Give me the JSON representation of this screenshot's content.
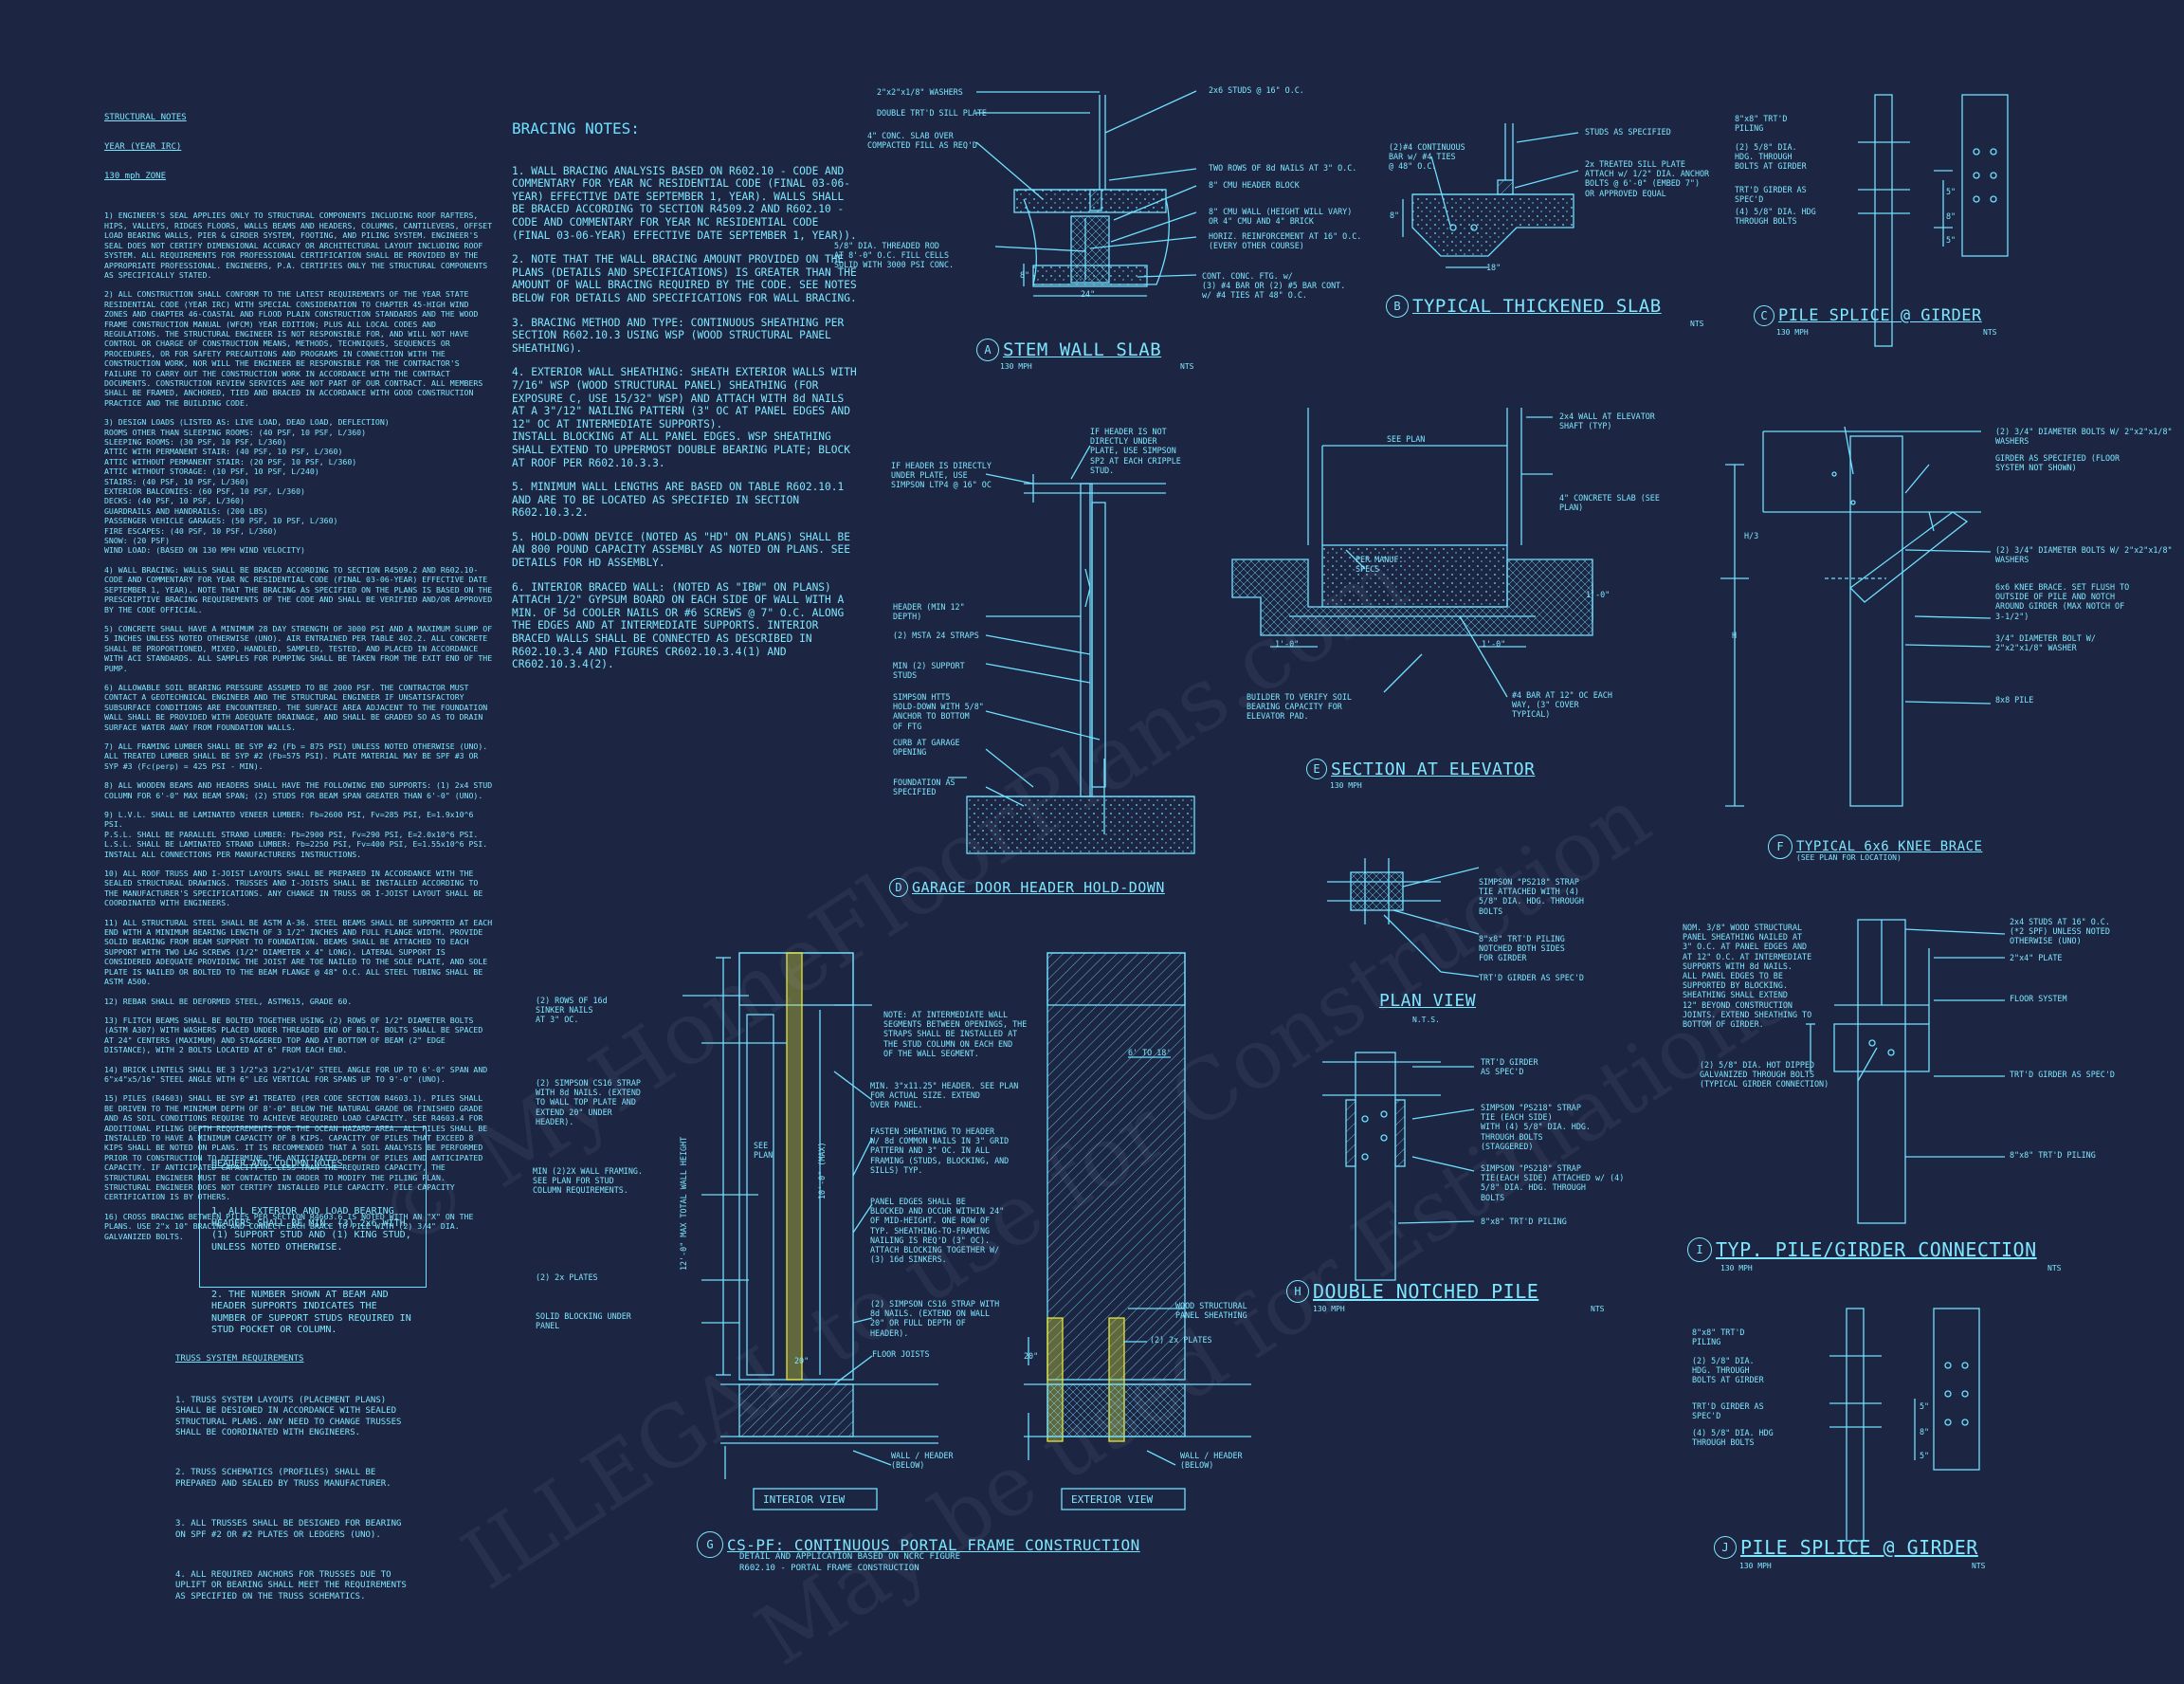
{
  "structural_notes": {
    "title": "STRUCTURAL NOTES",
    "subtitle1": "YEAR (YEAR IRC)",
    "subtitle2": "130 mph ZONE",
    "paragraphs": [
      "1) ENGINEER'S SEAL APPLIES ONLY TO STRUCTURAL COMPONENTS INCLUDING ROOF RAFTERS, HIPS, VALLEYS, RIDGES FLOORS, WALLS BEAMS AND HEADERS, COLUMNS, CANTILEVERS, OFFSET LOAD BEARING WALLS, PIER & GIRDER SYSTEM, FOOTING, AND PILING SYSTEM. ENGINEER'S SEAL DOES NOT CERTIFY DIMENSIONAL ACCURACY OR ARCHITECTURAL LAYOUT INCLUDING ROOF SYSTEM. ALL REQUIREMENTS FOR PROFESSIONAL CERTIFICATION SHALL BE PROVIDED BY THE APPROPRIATE PROFESSIONAL. ENGINEERS, P.A. CERTIFIES ONLY THE STRUCTURAL COMPONENTS AS SPECIFICALLY STATED.",
      "2) ALL CONSTRUCTION SHALL CONFORM TO THE LATEST REQUIREMENTS OF THE YEAR STATE RESIDENTIAL CODE (YEAR IRC) WITH SPECIAL CONSIDERATION TO CHAPTER 45-HIGH WIND ZONES AND CHAPTER 46-COASTAL AND FLOOD PLAIN CONSTRUCTION STANDARDS AND THE WOOD FRAME CONSTRUCTION MANUAL (WFCM) YEAR EDITION; PLUS ALL LOCAL CODES AND REGULATIONS. THE STRUCTURAL ENGINEER IS NOT RESPONSIBLE FOR, AND WILL NOT HAVE CONTROL OR CHARGE OF CONSTRUCTION MEANS, METHODS, TECHNIQUES, SEQUENCES OR PROCEDURES, OR FOR SAFETY PRECAUTIONS AND PROGRAMS IN CONNECTION WITH THE CONSTRUCTION WORK, NOR WILL THE ENGINEER BE RESPONSIBLE FOR THE CONTRACTOR'S FAILURE TO CARRY OUT THE CONSTRUCTION WORK IN ACCORDANCE WITH THE CONTRACT DOCUMENTS. CONSTRUCTION REVIEW SERVICES ARE NOT PART OF OUR CONTRACT. ALL MEMBERS SHALL BE FRAMED, ANCHORED, TIED AND BRACED IN ACCORDANCE WITH GOOD CONSTRUCTION PRACTICE AND THE BUILDING CODE.",
      "3) DESIGN LOADS (LISTED AS: LIVE LOAD, DEAD LOAD, DEFLECTION)\nROOMS OTHER THAN SLEEPING ROOMS: (40 PSF, 10 PSF, L/360)\nSLEEPING ROOMS: (30 PSF, 10 PSF, L/360)\nATTIC WITH PERMANENT STAIR: (40 PSF, 10 PSF, L/360)\nATTIC WITHOUT PERMANENT STAIR: (20 PSF, 10 PSF, L/360)\nATTIC WITHOUT STORAGE: (10 PSF, 10 PSF, L/240)\nSTAIRS: (40 PSF, 10 PSF, L/360)\nEXTERIOR BALCONIES: (60 PSF, 10 PSF, L/360)\nDECKS: (40 PSF, 10 PSF, L/360)\nGUARDRAILS AND HANDRAILS: (200 LBS)\nPASSENGER VEHICLE GARAGES: (50 PSF, 10 PSF, L/360)\nFIRE ESCAPES: (40 PSF, 10 PSF, L/360)\nSNOW: (20 PSF)\nWIND LOAD: (BASED ON 130 MPH WIND VELOCITY)",
      "4) WALL BRACING: WALLS SHALL BE BRACED ACCORDING TO SECTION R4509.2 AND R602.10-CODE AND COMMENTARY FOR YEAR NC RESIDENTIAL CODE (FINAL 03-06-YEAR) EFFECTIVE DATE SEPTEMBER 1, YEAR). NOTE THAT THE BRACING AS SPECIFIED ON THE PLANS IS BASED ON THE PRESCRIPTIVE BRACING REQUIREMENTS OF THE CODE AND SHALL BE VERIFIED AND/OR APPROVED BY THE CODE OFFICIAL.",
      "5) CONCRETE SHALL HAVE A MINIMUM 28 DAY STRENGTH OF 3000 PSI AND A MAXIMUM SLUMP OF 5 INCHES UNLESS NOTED OTHERWISE (UNO). AIR ENTRAINED PER TABLE 402.2. ALL CONCRETE SHALL BE PROPORTIONED, MIXED, HANDLED, SAMPLED, TESTED, AND PLACED IN ACCORDANCE WITH ACI STANDARDS. ALL SAMPLES FOR PUMPING SHALL BE TAKEN FROM THE EXIT END OF THE PUMP.",
      "6) ALLOWABLE SOIL BEARING PRESSURE ASSUMED TO BE 2000 PSF. THE CONTRACTOR MUST CONTACT A GEOTECHNICAL ENGINEER AND THE STRUCTURAL ENGINEER IF UNSATISFACTORY SUBSURFACE CONDITIONS ARE ENCOUNTERED. THE SURFACE AREA ADJACENT TO THE FOUNDATION WALL SHALL BE PROVIDED WITH ADEQUATE DRAINAGE, AND SHALL BE GRADED SO AS TO DRAIN SURFACE WATER AWAY FROM FOUNDATION WALLS.",
      "7) ALL FRAMING LUMBER SHALL BE SYP #2 (Fb = 875 PSI) UNLESS NOTED OTHERWISE (UNO). ALL TREATED LUMBER SHALL BE SYP #2 (Fb=575 PSI). PLATE MATERIAL MAY BE SPF #3 OR SYP #3 (Fc(perp) = 425 PSI - MIN).",
      "8) ALL WOODEN BEAMS AND HEADERS SHALL HAVE THE FOLLOWING END SUPPORTS: (1) 2x4 STUD COLUMN FOR 6'-0\" MAX BEAM SPAN; (2) STUDS FOR BEAM SPAN GREATER THAN 6'-0\" (UNO).",
      "9) L.V.L. SHALL BE LAMINATED VENEER LUMBER: Fb=2600 PSI, Fv=285 PSI, E=1.9x10^6 PSI.\nP.S.L. SHALL BE PARALLEL STRAND LUMBER: Fb=2900 PSI, Fv=290 PSI, E=2.0x10^6 PSI.\nL.S.L. SHALL BE LAMINATED STRAND LUMBER: Fb=2250 PSI, Fv=400 PSI, E=1.55x10^6 PSI. INSTALL ALL CONNECTIONS PER MANUFACTURERS INSTRUCTIONS.",
      "10) ALL ROOF TRUSS AND I-JOIST LAYOUTS SHALL BE PREPARED IN ACCORDANCE WITH THE SEALED STRUCTURAL DRAWINGS. TRUSSES AND I-JOISTS SHALL BE INSTALLED ACCORDING TO THE MANUFACTURER'S SPECIFICATIONS. ANY CHANGE IN TRUSS OR I-JOIST LAYOUT SHALL BE COORDINATED WITH ENGINEERS.",
      "11) ALL STRUCTURAL STEEL SHALL BE ASTM A-36. STEEL BEAMS SHALL BE SUPPORTED AT EACH END WITH A MINIMUM BEARING LENGTH OF 3 1/2\" INCHES AND FULL FLANGE WIDTH. PROVIDE SOLID BEARING FROM BEAM SUPPORT TO FOUNDATION. BEAMS SHALL BE ATTACHED TO EACH SUPPORT WITH TWO LAG SCREWS (1/2\" DIAMETER x 4\" LONG). LATERAL SUPPORT IS CONSIDERED ADEQUATE PROVIDING THE JOIST ARE TOE NAILED TO THE SOLE PLATE, AND SOLE PLATE IS NAILED OR BOLTED TO THE BEAM FLANGE @ 48\" O.C. ALL STEEL TUBING SHALL BE ASTM A500.",
      "12) REBAR SHALL BE DEFORMED STEEL, ASTM615, GRADE 60.",
      "13) FLITCH BEAMS SHALL BE BOLTED TOGETHER USING (2) ROWS OF 1/2\" DIAMETER BOLTS (ASTM A307) WITH WASHERS PLACED UNDER THREADED END OF BOLT. BOLTS SHALL BE SPACED AT 24\" CENTERS (MAXIMUM) AND STAGGERED TOP AND AT BOTTOM OF BEAM (2\" EDGE DISTANCE), WITH 2 BOLTS LOCATED AT 6\" FROM EACH END.",
      "14) BRICK LINTELS SHALL BE 3 1/2\"x3 1/2\"x1/4\" STEEL ANGLE FOR UP TO 6'-0\" SPAN AND 6\"x4\"x5/16\" STEEL ANGLE WITH 6\" LEG VERTICAL FOR SPANS UP TO 9'-0\" (UNO).",
      "15) PILES (R4603) SHALL BE SYP #1 TREATED (PER CODE SECTION R4603.1). PILES SHALL BE DRIVEN TO THE MINIMUM DEPTH OF 8'-0\" BELOW THE NATURAL GRADE OR FINISHED GRADE AND AS SOIL CONDITIONS REQUIRE TO ACHIEVE REQUIRED LOAD CAPACITY. SEE R4603.4 FOR ADDITIONAL PILING DEPTH REQUIREMENTS FOR THE OCEAN HAZARD AREA. ALL PILES SHALL BE INSTALLED TO HAVE A MINIMUM CAPACITY OF 8 KIPS. CAPACITY OF PILES THAT EXCEED 8 KIPS SHALL BE NOTED ON PLANS. IT IS RECOMMENDED THAT A SOIL ANALYSIS BE PERFORMED PRIOR TO CONSTRUCTION TO DETERMINE THE ANTICIPATED DEPTH OF PILES AND ANTICIPATED CAPACITY. IF ANTICIPATED CAPACITY IS LESS THAN THE REQUIRED CAPACITY, THE STRUCTURAL ENGINEER MUST BE CONTACTED IN ORDER TO MODIFY THE PILING PLAN. STRUCTURAL ENGINEER DOES NOT CERTIFY INSTALLED PILE CAPACITY. PILE CAPACITY CERTIFICATION IS BY OTHERS.",
      "16) CROSS BRACING BETWEEN PILES PER SECTION R4603.6 IS NOTED WITH AN \"X\" ON THE PLANS. USE 2\"x 10\" BRACING AND CONNECT EACH BRACE TO PILE WITH (2) 3/4\" DIA. GALVANIZED BOLTS."
    ]
  },
  "bracing_notes": {
    "title": "BRACING NOTES:",
    "paragraphs": [
      "1. WALL BRACING ANALYSIS BASED ON R602.10 - CODE AND COMMENTARY FOR YEAR NC RESIDENTIAL CODE (FINAL 03-06-YEAR) EFFECTIVE DATE SEPTEMBER 1, YEAR). WALLS SHALL BE BRACED ACCORDING TO SECTION R4509.2 AND R602.10 - CODE AND COMMENTARY FOR YEAR NC RESIDENTIAL CODE (FINAL 03-06-YEAR) EFFECTIVE DATE SEPTEMBER 1, YEAR)).",
      "2. NOTE THAT THE WALL BRACING AMOUNT PROVIDED ON THE PLANS (DETAILS AND SPECIFICATIONS) IS GREATER THAN THE AMOUNT OF WALL BRACING REQUIRED BY THE CODE. SEE NOTES BELOW FOR DETAILS AND SPECIFICATIONS FOR WALL BRACING.",
      "3. BRACING METHOD AND TYPE: CONTINUOUS SHEATHING PER SECTION R602.10.3 USING WSP (WOOD STRUCTURAL PANEL SHEATHING).",
      "4. EXTERIOR WALL SHEATHING: SHEATH EXTERIOR WALLS WITH 7/16\" WSP (WOOD STRUCTURAL PANEL) SHEATHING (FOR EXPOSURE C, USE 15/32\" WSP) AND ATTACH WITH 8d NAILS AT A 3\"/12\" NAILING PATTERN (3\" OC AT PANEL EDGES AND 12\" OC AT INTERMEDIATE SUPPORTS).\nINSTALL BLOCKING AT ALL PANEL EDGES. WSP SHEATHING SHALL EXTEND TO UPPERMOST DOUBLE BEARING PLATE; BLOCK AT ROOF PER R602.10.3.3.",
      "5. MINIMUM WALL LENGTHS ARE BASED ON TABLE R602.10.1 AND ARE TO BE LOCATED AS SPECIFIED IN SECTION R602.10.3.2.",
      "5. HOLD-DOWN DEVICE (NOTED AS \"HD\" ON PLANS) SHALL BE AN 800 POUND CAPACITY ASSEMBLY AS NOTED ON PLANS. SEE DETAILS FOR HD ASSEMBLY.",
      "6. INTERIOR BRACED WALL: (NOTED AS \"IBW\" ON PLANS) ATTACH 1/2\" GYPSUM BOARD ON EACH SIDE OF WALL WITH A MIN. OF 5d COOLER NAILS OR #6 SCREWS @ 7\" O.C. ALONG THE EDGES AND AT INTERMEDIATE SUPPORTS. INTERIOR BRACED WALLS SHALL BE CONNECTED AS DESCRIBED IN R602.10.3.4 AND FIGURES CR602.10.3.4(1) AND CR602.10.3.4(2)."
    ]
  },
  "header_notes": {
    "title": "HEADER AND COLUMN NOTES",
    "items": [
      "1. ALL EXTERIOR AND LOAD BEARING HEADERS SHALL BE MIN. (3) 2x6 WITH (1) SUPPORT STUD AND (1) KING STUD, UNLESS NOTED OTHERWISE.",
      "2. THE NUMBER SHOWN AT BEAM AND HEADER SUPPORTS INDICATES THE NUMBER OF SUPPORT STUDS REQUIRED IN STUD POCKET OR COLUMN."
    ]
  },
  "truss_notes": {
    "title": "TRUSS SYSTEM REQUIREMENTS",
    "items": [
      "1. TRUSS SYSTEM LAYOUTS (PLACEMENT PLANS) SHALL BE DESIGNED IN ACCORDANCE WITH SEALED STRUCTURAL PLANS. ANY NEED TO CHANGE TRUSSES SHALL BE COORDINATED WITH ENGINEERS.",
      "2. TRUSS SCHEMATICS (PROFILES) SHALL BE PREPARED AND SEALED BY TRUSS MANUFACTURER.",
      "3. ALL TRUSSES SHALL BE DESIGNED FOR BEARING ON SPF #2 OR #2 PLATES OR LEDGERS (UNO).",
      "4. ALL REQUIRED ANCHORS FOR TRUSSES DUE TO UPLIFT OR BEARING SHALL MEET THE REQUIREMENTS AS SPECIFIED ON THE TRUSS SCHEMATICS."
    ]
  },
  "details": {
    "A": {
      "letter": "A",
      "name": "STEM WALL SLAB",
      "sub": "130 MPH",
      "nts": "NTS",
      "labels": [
        "2\"x2\"x1/8\" WASHERS",
        "DOUBLE TRT'D SILL PLATE",
        "4\" CONC. SLAB OVER\nCOMPACTED FILL AS REQ'D",
        "5/8\" DIA. THREADED ROD\nAT 8'-0\" O.C. FILL CELLS\nSOLID WITH 3000 PSI CONC.",
        "2x6 STUDS @ 16\" O.C.",
        "TWO ROWS OF 8d NAILS AT 3\" O.C.",
        "8\" CMU HEADER BLOCK",
        "8\" CMU WALL (HEIGHT WILL VARY)\nOR 4\" CMU AND 4\" BRICK",
        "HORIZ. REINFORCEMENT AT 16\" O.C.\n(EVERY OTHER COURSE)",
        "CONT. CONC. FTG. w/\n(3) #4 BAR OR (2) #5 BAR CONT.\nw/ #4 TIES AT 48\" O.C.",
        "24\"",
        "8\""
      ]
    },
    "B": {
      "letter": "B",
      "name": "TYPICAL THICKENED SLAB",
      "nts": "NTS",
      "labels": [
        "(2)#4 CONTINUOUS\nBAR w/ #4 TIES\n@ 48\" O.C.",
        "STUDS AS SPECIFIED",
        "2x TREATED SILL PLATE\nATTACH w/ 1/2\" DIA. ANCHOR\nBOLTS @ 6'-0\" (EMBED 7\")\nOR APPROVED EQUAL",
        "18\"",
        "8\""
      ]
    },
    "C": {
      "letter": "C",
      "name": "PILE SPLICE @ GIRDER",
      "sub": "130 MPH",
      "nts": "NTS",
      "labels": [
        "8\"x8\" TRT'D\nPILING",
        "(2) 5/8\" DIA.\nHDG. THROUGH\nBOLTS AT GIRDER",
        "TRT'D GIRDER AS\nSPEC'D",
        "(4) 5/8\" DIA. HDG\nTHROUGH BOLTS",
        "5\"",
        "8\"",
        "5\""
      ]
    },
    "D": {
      "letter": "D",
      "name": "GARAGE DOOR HEADER HOLD-DOWN",
      "labels": [
        "IF HEADER IS NOT\nDIRECTLY UNDER\nPLATE, USE SIMPSON\nSP2 AT EACH CRIPPLE\nSTUD.",
        "IF HEADER IS DIRECTLY\nUNDER PLATE, USE\nSIMPSON LTP4 @ 16\" OC",
        "HEADER (MIN 12\"\nDEPTH)",
        "(2) MSTA 24 STRAPS",
        "MIN (2) SUPPORT\nSTUDS",
        "SIMPSON HTT5\nHOLD-DOWN WITH 5/8\"\nANCHOR TO BOTTOM\nOF FTG",
        "CURB AT GARAGE\nOPENING",
        "FOUNDATION AS\nSPECIFIED"
      ]
    },
    "E": {
      "letter": "E",
      "name": "SECTION AT ELEVATOR",
      "sub": "130 MPH",
      "labels": [
        "SEE PLAN",
        "2x4 WALL AT ELEVATOR\nSHAFT (TYP)",
        "4\" CONCRETE SLAB (SEE\nPLAN)",
        "PER MANUF.\nSPECS",
        "BUILDER TO VERIFY SOIL\nBEARING CAPACITY FOR\nELEVATOR PAD.",
        "#4 BAR AT 12\" OC EACH\nWAY, (3\" COVER\nTYPICAL)",
        "1'-0\"",
        "1'-0\"",
        "1'-0\""
      ]
    },
    "F": {
      "letter": "F",
      "name": "TYPICAL 6x6 KNEE BRACE",
      "sub": "(SEE PLAN FOR LOCATION)",
      "labels": [
        "(2) 3/4\" DIAMETER BOLTS W/ 2\"x2\"x1/8\"\nWASHERS",
        "GIRDER AS SPECIFIED (FLOOR\nSYSTEM NOT SHOWN)",
        "(2) 3/4\" DIAMETER BOLTS W/ 2\"x2\"x1/8\"\nWASHERS",
        "6x6 KNEE BRACE. SET FLUSH TO\nOUTSIDE OF PILE AND NOTCH\nAROUND GIRDER (MAX NOTCH OF\n3-1/2\")",
        "3/4\" DIAMETER BOLT W/\n2\"x2\"x1/8\" WASHER",
        "8x8 PILE",
        "H/3",
        "H"
      ]
    },
    "G": {
      "letter": "G",
      "name": "CS-PF: CONTINUOUS PORTAL FRAME CONSTRUCTION",
      "sub1": "DETAIL AND APPLICATION BASED ON NCRC FIGURE",
      "sub2": "R602.10 - PORTAL FRAME CONSTRUCTION",
      "interior_view": "INTERIOR VIEW",
      "exterior_view": "EXTERIOR VIEW",
      "labels": [
        "(2) ROWS OF 16d\nSINKER NAILS\nAT 3\" OC.",
        "(2) SIMPSON CS16 STRAP\nWITH 8d NAILS. (EXTEND\nTO WALL TOP PLATE AND\nEXTEND 20\" UNDER\nHEADER).",
        "MIN (2)2X WALL FRAMING.\nSEE PLAN FOR STUD\nCOLUMN REQUIREMENTS.",
        "(2) 2x PLATES",
        "SOLID BLOCKING UNDER\nPANEL",
        "NOTE: AT INTERMEDIATE WALL\nSEGMENTS BETWEEN OPENINGS, THE\nSTRAPS SHALL BE INSTALLED AT\nTHE STUD COLUMN ON EACH END\nOF THE WALL SEGMENT.",
        "MIN. 3\"x11.25\" HEADER. SEE PLAN\nFOR ACTUAL SIZE. EXTEND\nOVER PANEL.",
        "FASTEN SHEATHING TO HEADER\nW/ 8d COMMON NAILS IN 3\" GRID\nPATTERN AND 3\" OC. IN ALL\nFRAMING (STUDS, BLOCKING, AND\nSILLS) TYP.",
        "PANEL EDGES SHALL BE\nBLOCKED AND OCCUR WITHIN 24\"\nOF MID-HEIGHT. ONE ROW OF\nTYP. SHEATHING-TO-FRAMING\nNAILING IS REQ'D (3\" OC).\nATTACH BLOCKING TOGETHER W/\n(3) 16d SINKERS.",
        "(2) SIMPSON CS16 STRAP WITH\n8d NAILS. (EXTEND ON WALL\n20\" OR FULL DEPTH OF\nHEADER).",
        "FLOOR JOISTS",
        "WALL / HEADER\n(BELOW)",
        "WOOD STRUCTURAL\nPANEL SHEATHING",
        "(2) 2x PLATES",
        "WALL / HEADER\n(BELOW)",
        "6' TO 18'",
        "SEE\nPLAN",
        "12'-0\" MAX TOTAL WALL HEIGHT",
        "10'-0\" (MAX)",
        "20\"",
        "20\""
      ]
    },
    "H": {
      "letter": "H",
      "name": "DOUBLE NOTCHED PILE",
      "sub": "130 MPH",
      "nts": "NTS",
      "plan_view": "PLAN VIEW",
      "plan_nts": "N.T.S.",
      "labels": [
        "SIMPSON \"PS218\" STRAP\nTIE ATTACHED WITH (4)\n5/8\" DIA. HDG. THROUGH\nBOLTS",
        "8\"x8\" TRT'D PILING\nNOTCHED BOTH SIDES\nFOR GIRDER",
        "TRT'D GIRDER AS SPEC'D",
        "TRT'D GIRDER\nAS SPEC'D",
        "SIMPSON \"PS218\" STRAP\nTIE (EACH SIDE)\nWITH (4) 5/8\" DIA. HDG.\nTHROUGH BOLTS\n(STAGGERED)",
        "SIMPSON \"PS218\" STRAP\nTIE(EACH SIDE) ATTACHED w/ (4)\n5/8\" DIA. HDG. THROUGH\nBOLTS",
        "8\"x8\" TRT'D PILING"
      ]
    },
    "I": {
      "letter": "I",
      "name": "TYP. PILE/GIRDER CONNECTION",
      "sub": "130 MPH",
      "nts": "NTS",
      "labels": [
        "NOM. 3/8\" WOOD STRUCTURAL\nPANEL SHEATHING NAILED AT\n3\" O.C. AT PANEL EDGES AND\nAT 12\" O.C. AT INTERMEDIATE\nSUPPORTS WITH 8d NAILS.\nALL PANEL EDGES TO BE\nSUPPORTED BY BLOCKING.\nSHEATHING SHALL EXTEND\n12\" BEYOND CONSTRUCTION\nJOINTS. EXTEND SHEATHING TO\nBOTTOM OF GIRDER.",
        "2x4 STUDS AT 16\" O.C.\n(*2 SPF) UNLESS NOTED\nOTHERWISE (UNO)",
        "2\"x4\" PLATE",
        "FLOOR SYSTEM",
        "(2) 5/8\" DIA. HOT DIPPED\nGALVANIZED THROUGH BOLTS\n(TYPICAL GIRDER CONNECTION)",
        "TRT'D GIRDER AS SPEC'D",
        "8\"x8\" TRT'D PILING"
      ]
    },
    "J": {
      "letter": "J",
      "name": "PILE SPLICE @ GIRDER",
      "sub": "130 MPH",
      "nts": "NTS",
      "labels": [
        "8\"x8\" TRT'D\nPILING",
        "(2) 5/8\" DIA.\nHDG. THROUGH\nBOLTS AT GIRDER",
        "TRT'D GIRDER AS\nSPEC'D",
        "(4) 5/8\" DIA. HDG\nTHROUGH BOLTS",
        "5\"",
        "8\"",
        "5\""
      ]
    }
  },
  "watermark": {
    "line1": "© MyHomeFloorPlans.com",
    "line2": "ILLEGAL to use for Construction",
    "line3": "May be used for Estimations"
  },
  "colors": {
    "background": "#1c2541",
    "line": "#6fe0ff",
    "text": "#7fe6ff",
    "highlight": "#e5e53a"
  }
}
